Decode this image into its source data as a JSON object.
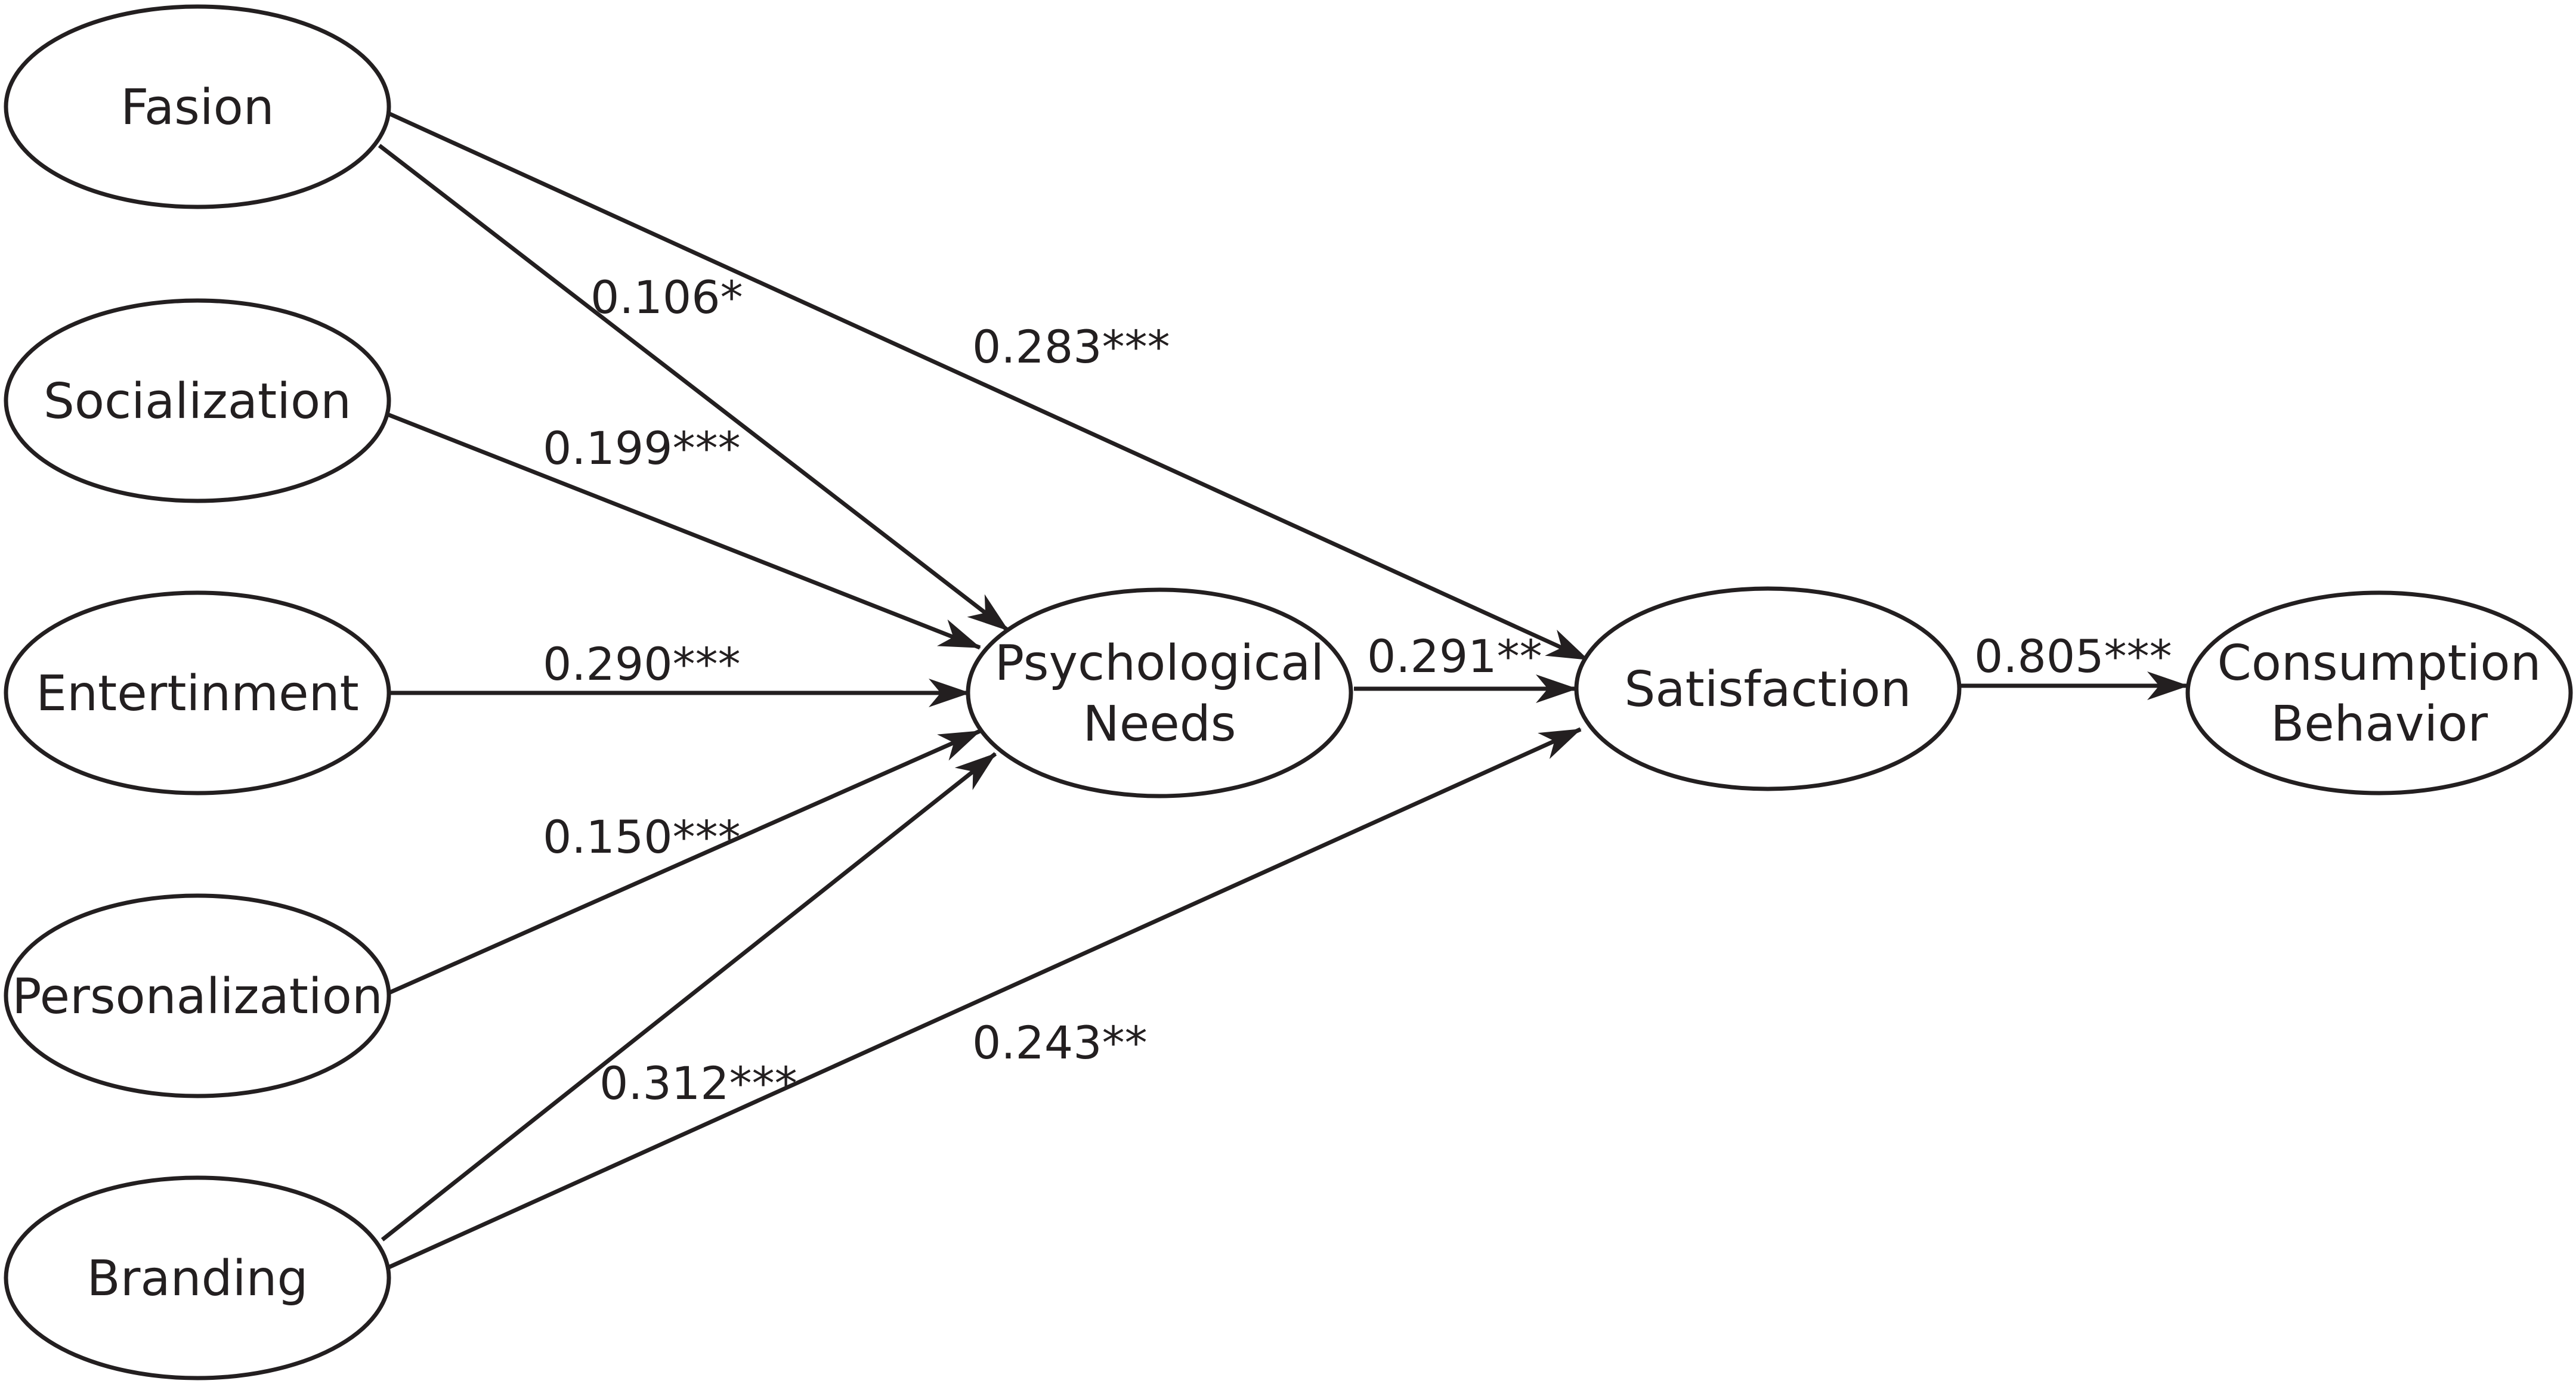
{
  "diagram": {
    "nodes": [
      {
        "id": "fasion",
        "lines": [
          "Fasion"
        ]
      },
      {
        "id": "socialization",
        "lines": [
          "Socialization"
        ]
      },
      {
        "id": "entertainment",
        "lines": [
          "Entertinment"
        ]
      },
      {
        "id": "personalization",
        "lines": [
          "Personalization"
        ]
      },
      {
        "id": "branding",
        "lines": [
          "Branding"
        ]
      },
      {
        "id": "psychological-needs",
        "lines": [
          "Psychological",
          "Needs"
        ]
      },
      {
        "id": "satisfaction",
        "lines": [
          "Satisfaction"
        ]
      },
      {
        "id": "consumption-behavior",
        "lines": [
          "Consumption",
          "Behavior"
        ]
      }
    ],
    "edges": [
      {
        "from": "fasion",
        "to": "psychological-needs",
        "label": "0.106*"
      },
      {
        "from": "fasion",
        "to": "satisfaction",
        "label": "0.283***"
      },
      {
        "from": "socialization",
        "to": "psychological-needs",
        "label": "0.199***"
      },
      {
        "from": "entertainment",
        "to": "psychological-needs",
        "label": "0.290***"
      },
      {
        "from": "personalization",
        "to": "psychological-needs",
        "label": "0.150***"
      },
      {
        "from": "branding",
        "to": "psychological-needs",
        "label": "0.312***"
      },
      {
        "from": "branding",
        "to": "satisfaction",
        "label": "0.243**"
      },
      {
        "from": "psychological-needs",
        "to": "satisfaction",
        "label": "0.291**"
      },
      {
        "from": "satisfaction",
        "to": "consumption-behavior",
        "label": "0.805***"
      }
    ]
  }
}
